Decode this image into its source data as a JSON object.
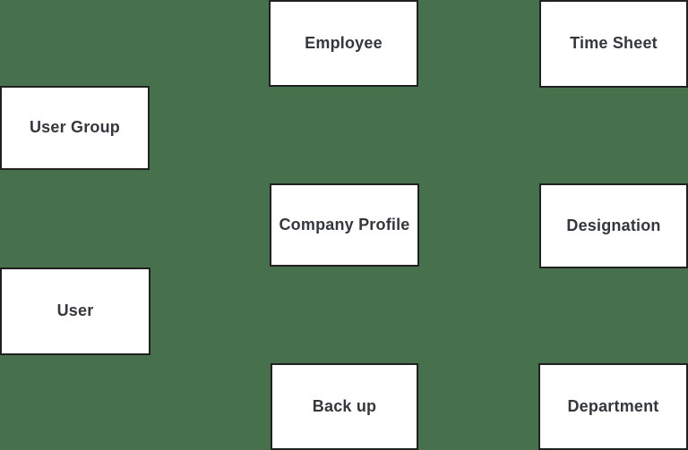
{
  "diagram": {
    "title": "module-diagram",
    "colors": {
      "background": "#47714D",
      "node_fill": "#FFFFFF",
      "node_border": "#202020",
      "label_text": "#34383C"
    },
    "nodes": {
      "employee": {
        "label": "Employee"
      },
      "time_sheet": {
        "label": "Time Sheet"
      },
      "user_group": {
        "label": "User Group"
      },
      "company_profile": {
        "label": "Company Profile"
      },
      "designation": {
        "label": "Designation"
      },
      "user": {
        "label": "User"
      },
      "back_up": {
        "label": "Back up"
      },
      "department": {
        "label": "Department"
      }
    }
  }
}
